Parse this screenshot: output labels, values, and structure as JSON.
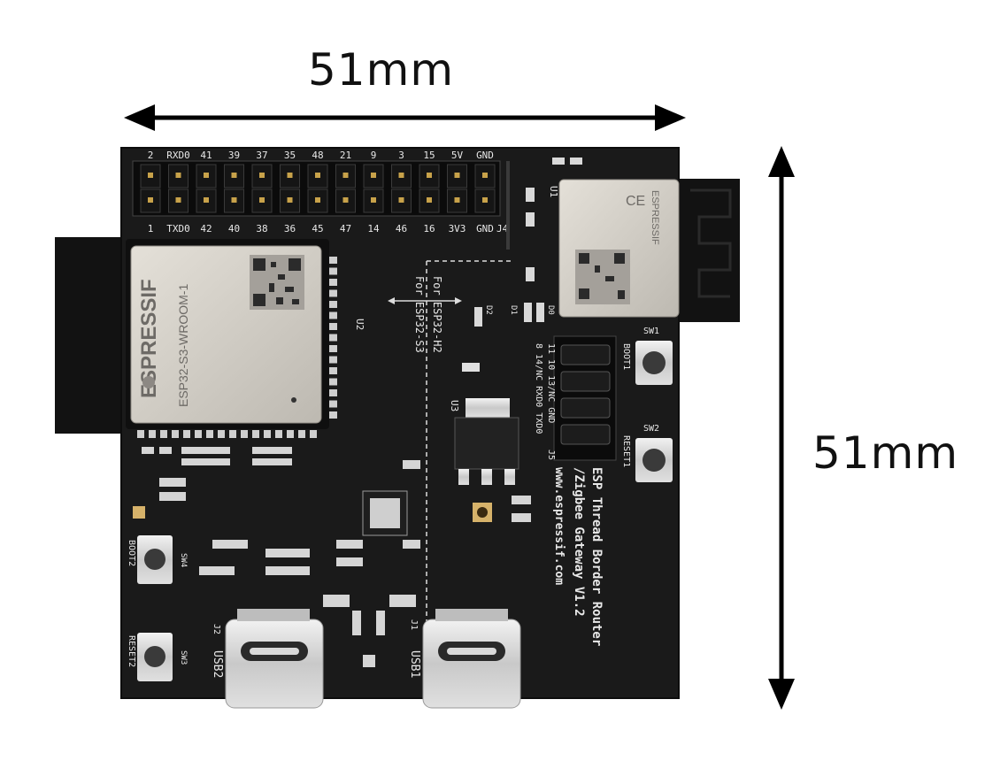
{
  "dimensions": {
    "width_label": "51mm",
    "height_label": "51mm"
  },
  "header": {
    "top_row": [
      "2",
      "RXD0",
      "41",
      "39",
      "37",
      "35",
      "48",
      "21",
      "9",
      "3",
      "15",
      "5V",
      "GND"
    ],
    "bottom_row": [
      "1",
      "TXD0",
      "42",
      "40",
      "38",
      "36",
      "45",
      "47",
      "14",
      "46",
      "16",
      "3V3",
      "GND"
    ],
    "connector_ref": "J4"
  },
  "module_main": {
    "brand": "ESPRESSIF",
    "model": "ESP32-S3-WROOM-1",
    "ref": "U2"
  },
  "module_h2": {
    "brand": "ESPRESSIF",
    "ref": "U1"
  },
  "annotations": {
    "for_h2": "For ESP32-H2",
    "for_s3": "For ESP32-S3",
    "regulator_ref": "U3",
    "diode_refs": [
      "D2",
      "D1",
      "D0"
    ]
  },
  "jumper_block": {
    "ref": "J5",
    "row1": "11 10 13/NC GND",
    "row2": "8 14/NC RXD0 TXD0"
  },
  "buttons": [
    {
      "ref": "SW1",
      "label": "BOOT1"
    },
    {
      "ref": "SW2",
      "label": "RESET1"
    },
    {
      "ref": "SW4",
      "label": "BOOT2"
    },
    {
      "ref": "SW3",
      "label": "RESET2"
    }
  ],
  "board_title": {
    "line1": "ESP Thread Border Router",
    "line2": "/Zigbee Gateway V1.2",
    "url": "www.espressif.com"
  },
  "usb": [
    {
      "ref": "J2",
      "label": "USB2"
    },
    {
      "ref": "J1",
      "label": "USB1"
    }
  ]
}
